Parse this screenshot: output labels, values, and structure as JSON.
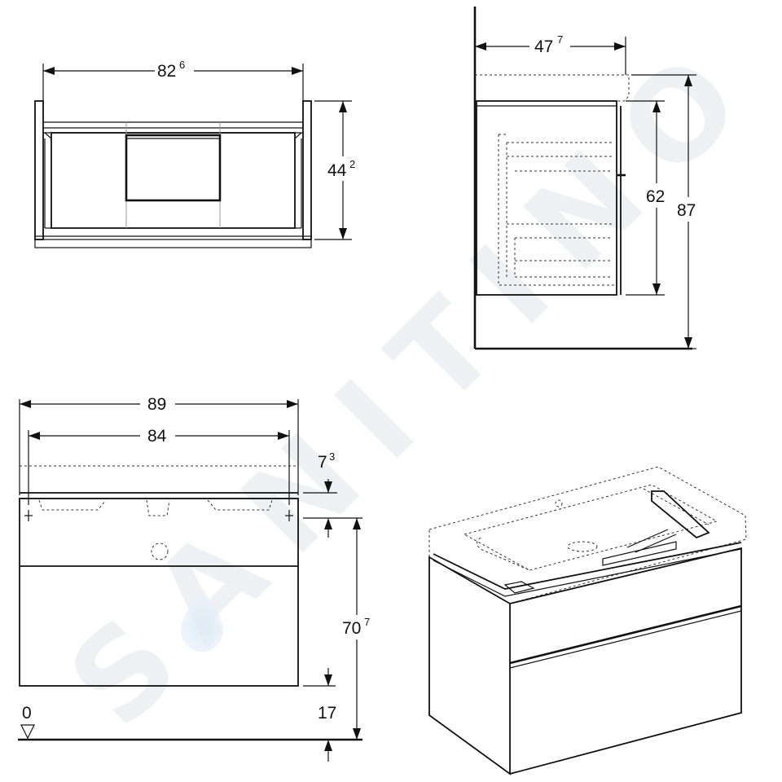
{
  "watermark": {
    "text": "SANITINO",
    "color": "#eef0f4"
  },
  "front_view": {
    "width": {
      "main": "82",
      "sup": "6"
    },
    "height": {
      "main": "44",
      "sup": "2"
    }
  },
  "side_view": {
    "depth": {
      "main": "47",
      "sup": "7"
    },
    "cabinet_height": "62",
    "total_height": "87"
  },
  "elevation_view": {
    "basin_width": "89",
    "cabinet_width": "84",
    "basin_thickness": {
      "main": "7",
      "sup": "3"
    },
    "mount_height": {
      "main": "70",
      "sup": "7"
    },
    "floor_level": "0",
    "floor_gap": "17"
  }
}
